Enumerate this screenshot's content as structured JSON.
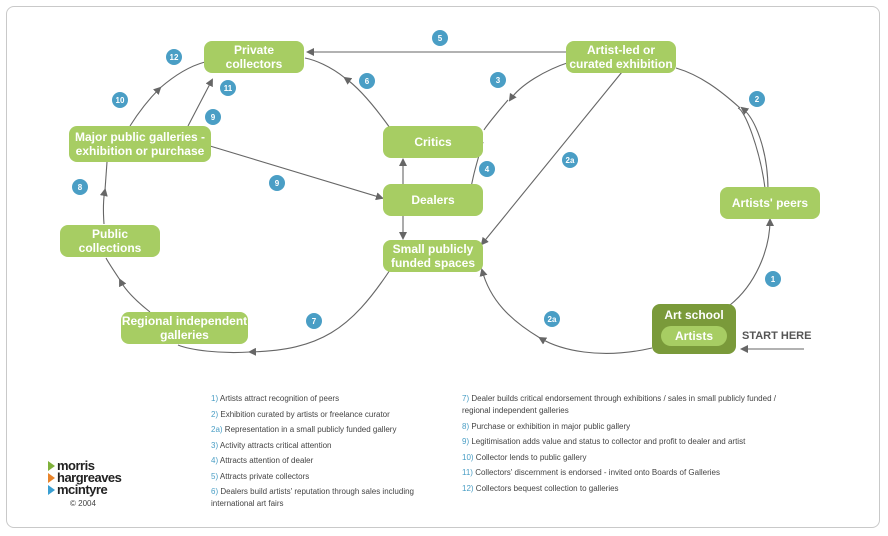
{
  "colors": {
    "node": "#a7cd63",
    "node_dark": "#7a9a3a",
    "badge": "#4a9ec5",
    "line": "#666666"
  },
  "nodes": {
    "private_collectors": "Private collectors",
    "artist_led": [
      "Artist-led or",
      "curated exhibition"
    ],
    "critics": "Critics",
    "dealers": "Dealers",
    "small_spaces": [
      "Small publicly",
      "funded spaces"
    ],
    "major_galleries": [
      "Major public galleries -",
      "exhibition or purchase"
    ],
    "public_collections": "Public collections",
    "regional": [
      "Regional independent",
      "galleries"
    ],
    "artists_peers": "Artists' peers",
    "art_school": "Art school",
    "artists": "Artists"
  },
  "start_here": "START HERE",
  "badges": [
    "1",
    "2",
    "2a",
    "2a",
    "3",
    "4",
    "5",
    "6",
    "7",
    "8",
    "9",
    "9",
    "10",
    "11",
    "12"
  ],
  "legend_left": [
    {
      "n": "1)",
      "t": "Artists attract recognition of peers"
    },
    {
      "n": "2)",
      "t": "Exhibition curated by artists or freelance curator"
    },
    {
      "n": "2a)",
      "t": "Representation in a small publicly funded gallery"
    },
    {
      "n": "3)",
      "t": "Activity attracts critical attention"
    },
    {
      "n": "4)",
      "t": "Attracts attention of dealer"
    },
    {
      "n": "5)",
      "t": "Attracts private collectors"
    },
    {
      "n": "6)",
      "t": "Dealers build artists' reputation through sales including international art fairs"
    }
  ],
  "legend_right": [
    {
      "n": "7)",
      "t": "Dealer builds critical endorsement through exhibitions / sales in small publicly funded / regional independent galleries"
    },
    {
      "n": "8)",
      "t": "Purchase or exhibition in major public gallery"
    },
    {
      "n": "9)",
      "t": "Legitimisation adds value and status to collector and profit to dealer and artist"
    },
    {
      "n": "10)",
      "t": "Collector lends to public gallery"
    },
    {
      "n": "11)",
      "t": "Collectors' discernment is endorsed - invited onto Boards of Galleries"
    },
    {
      "n": "12)",
      "t": "Collectors bequest collection to galleries"
    }
  ],
  "logo": {
    "line1": "morris",
    "line2": "hargreaves",
    "line3": "mcintyre",
    "copyright": "© 2004"
  }
}
